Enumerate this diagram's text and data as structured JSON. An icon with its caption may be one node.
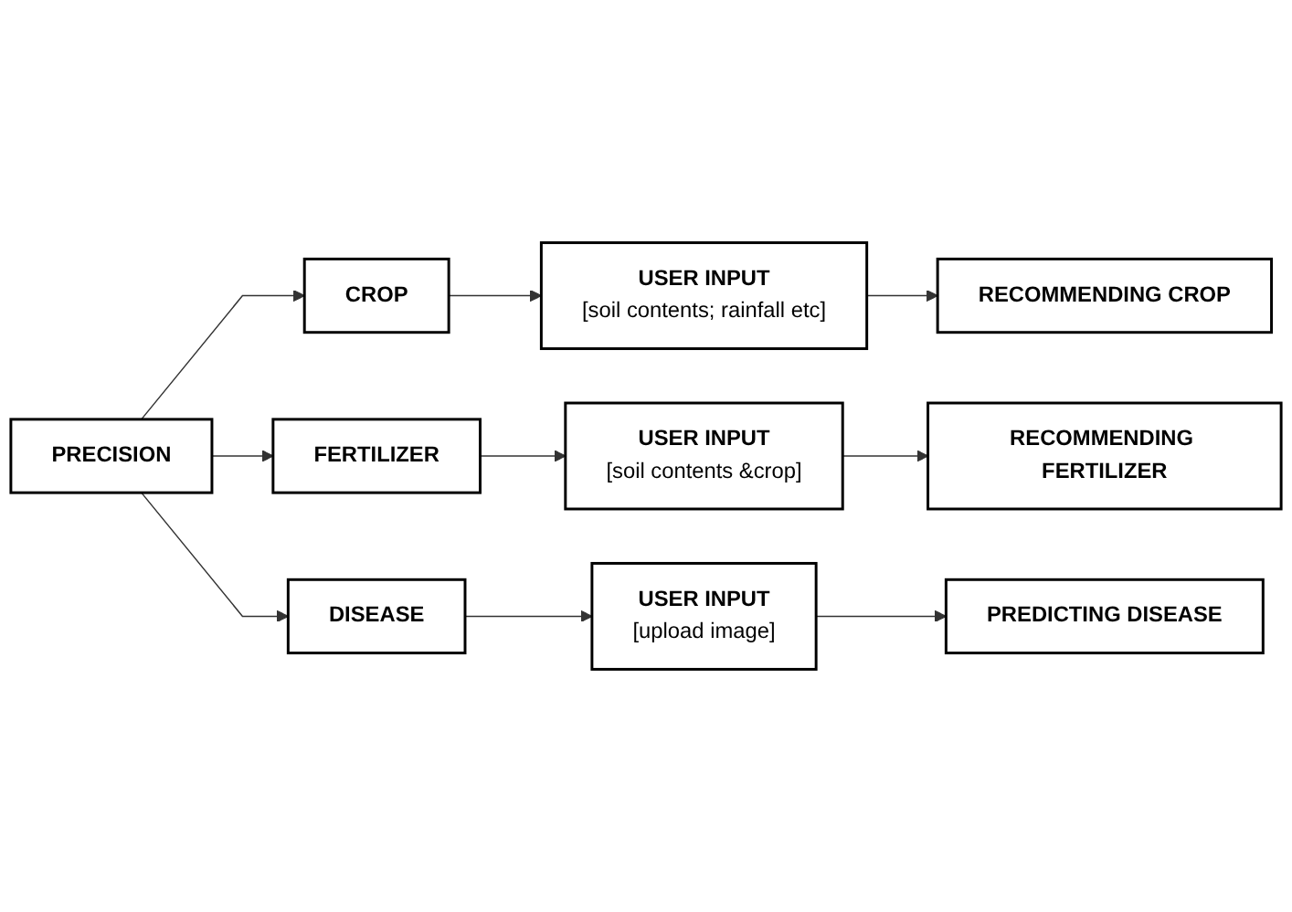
{
  "diagram": {
    "nodes": [
      {
        "text": [
          "PRECISION"
        ]
      },
      {
        "text": [
          "CROP"
        ]
      },
      {
        "text": [
          "USER INPUT",
          "[soil contents; rainfall etc]"
        ]
      },
      {
        "text": [
          "RECOMMENDING CROP"
        ]
      },
      {
        "text": [
          "FERTILIZER"
        ]
      },
      {
        "text": [
          "USER INPUT",
          "[soil contents &crop]"
        ]
      },
      {
        "text": [
          "RECOMMENDING FERTILIZER"
        ]
      },
      {
        "text": [
          "DISEASE"
        ]
      },
      {
        "text": [
          "USER INPUT",
          "[upload image]"
        ]
      },
      {
        "text": [
          "PREDICTING DISEASE"
        ]
      }
    ],
    "edges": [
      {
        "from": 0,
        "to": 1,
        "arrow": "to"
      },
      {
        "from": 0,
        "to": 4,
        "arrow": "to"
      },
      {
        "from": 0,
        "to": 7,
        "arrow": "to"
      },
      {
        "from": 1,
        "to": 2,
        "arrow": "to"
      },
      {
        "from": 2,
        "to": 3,
        "arrow": "to"
      },
      {
        "from": 4,
        "to": 5,
        "arrow": "to"
      },
      {
        "from": 5,
        "to": 6,
        "arrow": "to"
      },
      {
        "from": 7,
        "to": 8,
        "arrow": "to"
      },
      {
        "from": 8,
        "to": 9,
        "arrow": "to"
      }
    ]
  }
}
